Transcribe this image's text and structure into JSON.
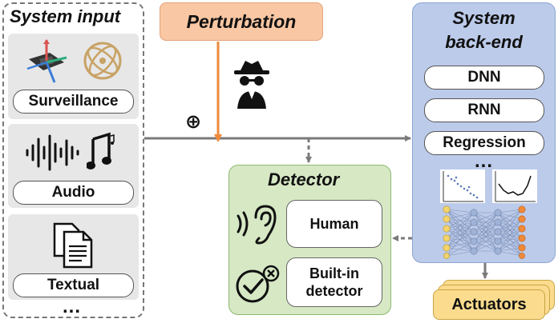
{
  "system_input": {
    "title": "System input",
    "items": [
      {
        "label": "Surveillance",
        "icon": "drone-and-gyroscope-icon"
      },
      {
        "label": "Audio",
        "icon": "sound-wave-and-music-note-icon"
      },
      {
        "label": "Textual",
        "icon": "documents-icon"
      }
    ],
    "more": "..."
  },
  "perturbation": {
    "label": "Perturbation",
    "icon": "spy-hacker-icon",
    "operator": "⊕"
  },
  "detector": {
    "title": "Detector",
    "items": [
      {
        "label": "Human",
        "icon": "ear-listening-icon"
      },
      {
        "label": "Built-in\ndetector",
        "icon": "check-cross-badge-icon"
      }
    ]
  },
  "backend": {
    "title": "System\nback-end",
    "models": [
      "DNN",
      "RNN",
      "Regression"
    ],
    "more": "...",
    "icons": [
      "scatter-plot-icon",
      "line-plot-icon",
      "neural-network-icon"
    ]
  },
  "actuators": {
    "label": "Actuators"
  },
  "colors": {
    "perturbation_fill": "#f9c7a3",
    "perturbation_border": "#e3a37a",
    "arrow_orange": "#f08a3a",
    "detector_fill": "#d6e8c4",
    "detector_border": "#8fb870",
    "backend_fill": "#bccbea",
    "backend_border": "#8da3d1",
    "actuators_fill": "#fbdc8e",
    "input_border": "#777777"
  }
}
